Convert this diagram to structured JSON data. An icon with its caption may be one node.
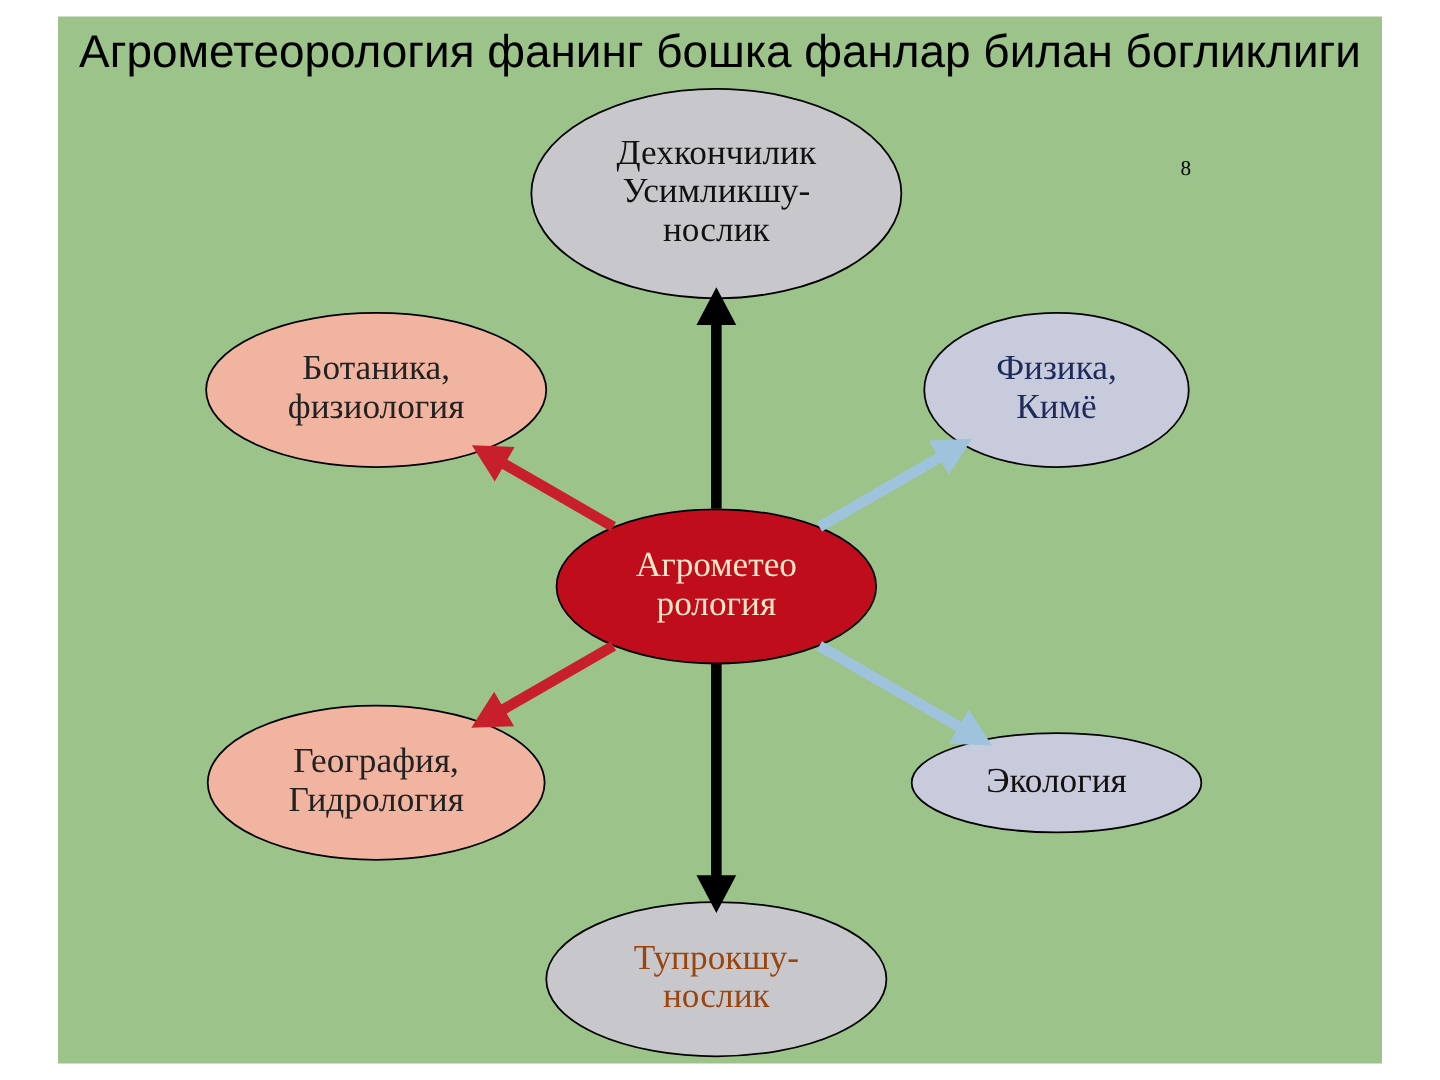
{
  "diagram": {
    "title": "Агрометеорология фанинг бошка фанлар билан богликлиги",
    "nodes": [
      {
        "text": [
          "Физика, Кимё"
        ]
      },
      {
        "text": [
          "Дехкончилик Усимликшу- нослик"
        ]
      },
      {
        "text": [
          "Ботаника, физиология"
        ]
      },
      {
        "text": [
          "Агрометео рология"
        ]
      },
      {
        "text": [
          "География, Гидрология"
        ]
      },
      {
        "text": [
          "Тупрокшу- нослик"
        ]
      },
      {
        "text": [
          "Экология"
        ]
      }
    ],
    "edges": [
      {
        "from": 3,
        "to": 0,
        "arrow": "to",
        "color": "#9fc3dc"
      },
      {
        "from": 3,
        "to": 1,
        "arrow": "to",
        "color": "#000000"
      },
      {
        "from": 3,
        "to": 2,
        "arrow": "to",
        "color": "#c8202a"
      },
      {
        "from": 3,
        "to": 4,
        "arrow": "to",
        "color": "#c8202a"
      },
      {
        "from": 3,
        "to": 5,
        "arrow": "to",
        "color": "#000000"
      },
      {
        "from": 3,
        "to": 6,
        "arrow": "to",
        "color": "#9fc3dc"
      }
    ],
    "labels": [
      "8"
    ]
  }
}
